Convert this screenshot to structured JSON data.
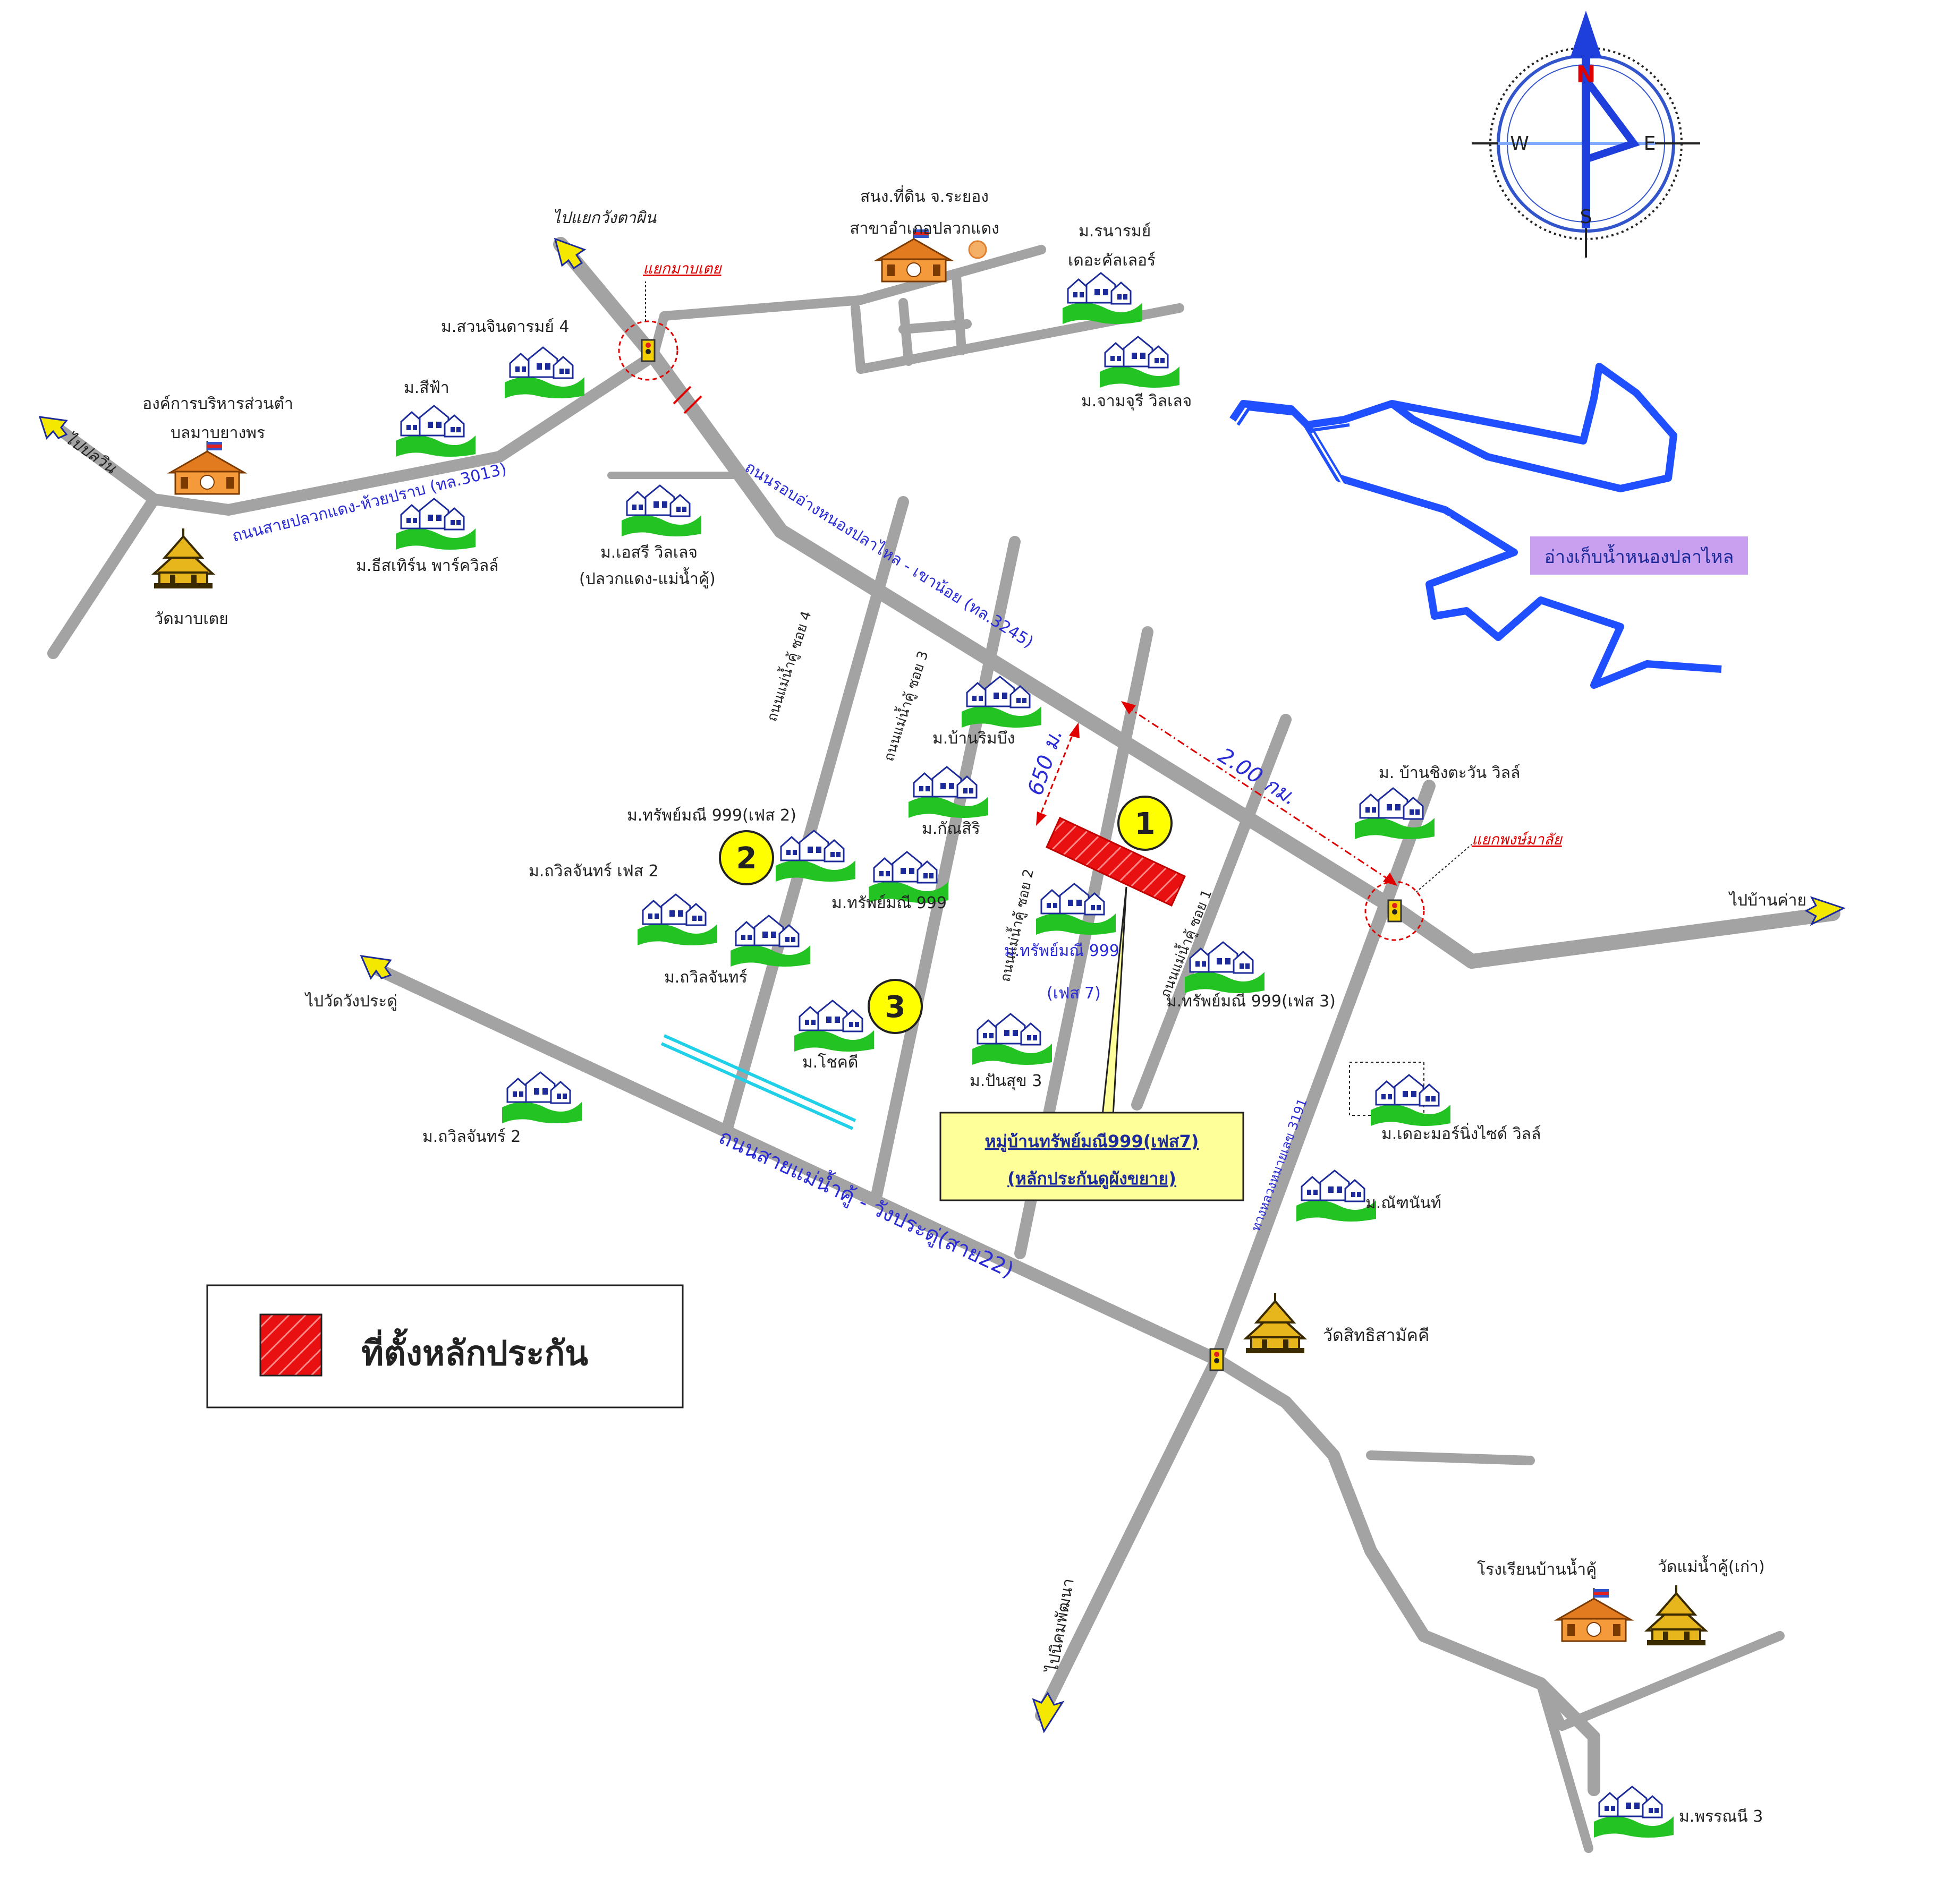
{
  "compass": {
    "n": "N",
    "s": "S",
    "e": "E",
    "w": "W"
  },
  "directions": {
    "top_left": "ไปแยกวังตาผิน",
    "left": "ไปปลวิน",
    "west_main": "ไปวัดวังประดู่",
    "east": "ไปบ้านค่าย",
    "south": "ไปนิคมพัฒนา"
  },
  "junctions": {
    "mabuey": "แยกมาบเตย",
    "phongmalai": "แยกพงษ์มาลัย"
  },
  "roads": {
    "hwy3013": "ถนนสายปลวกแดง-ห้วยปราบ (ทล.3013)",
    "ring_road": "ถนนรอบอ่างหนองปลาไหล - เขาน้อย (ทล.3245)",
    "soi4": "ถนนแม่น้ำคู้ ซอย 4",
    "soi3": "ถนนแม่น้ำคู้ ซอย 3",
    "soi2": "ถนนแม่น้ำคู้ ซอย 2",
    "soi1": "ถนนแม่น้ำคู้ ซอย 1",
    "road22": "ถนนสายแม่น้ำคู้ - วังประดู่(สาย22)",
    "hwy3191": "ทางหลวงหมายเลข 3191"
  },
  "distances": {
    "d650": "650 ม.",
    "d2km": "2.00 กม."
  },
  "places": {
    "land_office_1": "สนง.ที่ดิน จ.ระยอง",
    "land_office_2": "สาขาอำเภอปลวกแดง",
    "tao_1": "องค์การบริหารส่วนตำ",
    "tao_2": "บลมาบยางพร",
    "wat_mabtoei": "วัดมาบเตย",
    "wat_sitthi": "วัดสิทธิสามัคคี",
    "school": "โรงเรียนบ้านน้ำคู้",
    "wat_maenamkhu": "วัดแม่น้ำคู้(เก่า)",
    "reservoir": "อ่างเก็บน้ำหนองปลาไหล"
  },
  "villages": {
    "suan_chindaram": "ม.สวนจินดารมย์ 4",
    "sifa": "ม.สีฟ้า",
    "greenville": "ม.ธีสเทิร์น พาร์ควิลล์",
    "esri_1": "ม.เอสรี วิลเลจ",
    "esri_2": "(ปลวกแดง-แม่น้ำคู้)",
    "naram_1": "ม.รนารมย์",
    "naram_2": "เดอะคัลเลอร์",
    "chamchuri": "ม.จามจุรี วิลเลจ",
    "banrimbueng": "ม.บ้านริมบึง",
    "kansiri": "ม.กัณสิริ",
    "sap999_ph2": "ม.ทรัพย์มณี 999(เฟส 2)",
    "sap999": "ม.ทรัพย์มณี 999",
    "sap999_ph7_1": "ม.ทรัพย์มณี 999",
    "sap999_ph7_2": "(เฟส 7)",
    "sap999_ph3": "ม.ทรัพย์มณี 999(เฟส 3)",
    "thawil_ph2": "ม.ถวิลจันทร์ เฟส 2",
    "thawil": "ม.ถวิลจันทร์",
    "chokdee": "ม.โชคดี",
    "punsuk": "ม.ปันสุข 3",
    "thawil2": "ม.ถวิลจันทร์ 2",
    "baan_chingtawan": "ม. บ้านชิงตะวัน วิลล์",
    "lakeside": "ม.เดอะมอร์นิ่งไซด์ วิลล์",
    "nattanan": "ม.ณัฑนันท์",
    "phonnee": "ม.พรรณนี 3"
  },
  "markers": {
    "m1": "1",
    "m2": "2",
    "m3": "3"
  },
  "callout": {
    "line1": "หมู่บ้านทรัพย์มณี999(เฟส7)",
    "line2": "(หลักประกันดูผังขยาย)"
  },
  "legend": {
    "label": "ที่ตั้งหลักประกัน"
  },
  "colors": {
    "road": "#a3a3a3",
    "label_blue": "#2b2bd6",
    "red_text": "#e00000",
    "marker_yellow": "#ffff00",
    "callout_bg": "#ffff99",
    "reservoir_label_bg": "#c9a0f0",
    "collateral_red": "#e81010",
    "water_blue": "#1f4fff",
    "canal_cyan": "#20d0e8"
  }
}
